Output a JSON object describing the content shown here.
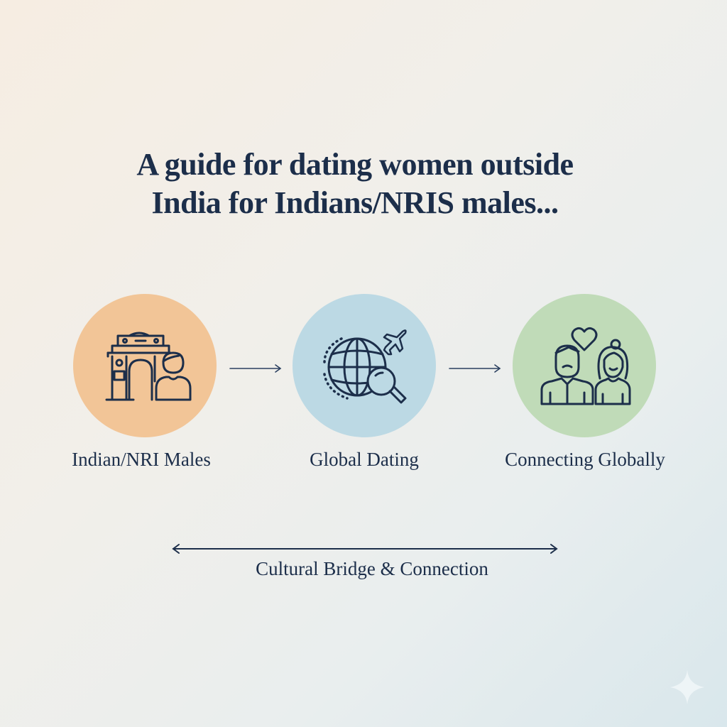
{
  "title": {
    "line1": "A guide for dating women outside",
    "line2": "India for Indians/NRIS males..."
  },
  "steps": [
    {
      "label": "Indian/NRI Males",
      "icon": "india-gate-person-icon",
      "color": "#f2c597"
    },
    {
      "label": "Global Dating",
      "icon": "globe-search-airplane-icon",
      "color": "#bcd9e4"
    },
    {
      "label": "Connecting Globally",
      "icon": "couple-heart-icon",
      "color": "#c0dbb8"
    }
  ],
  "bridge": {
    "label": "Cultural Bridge & Connection",
    "icon": "double-arrow-icon"
  },
  "colors": {
    "ink": "#1c2e4a",
    "background_start": "#f6ede2",
    "background_end": "#d9e7ec"
  },
  "watermark": {
    "icon": "sparkle-icon"
  }
}
